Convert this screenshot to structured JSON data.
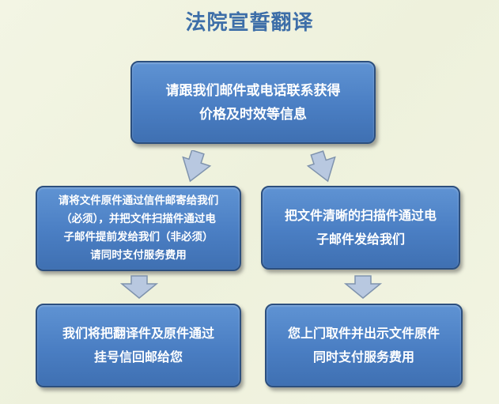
{
  "title": "法院宣誓翻译",
  "steps": {
    "top": {
      "line1": "请跟我们邮件或电话联系获得",
      "line2": "价格及时效等信息"
    },
    "left": {
      "line1": "请将文件原件通过信件邮寄给我们",
      "line2": "（必须），并把文件扫描件通过电",
      "line3": "子邮件提前发给我们（非必须）",
      "line4": "请同时支付服务费用"
    },
    "right": {
      "line1": "把文件清晰的扫描件通过电",
      "line2": "子邮件发给我们"
    },
    "bottom_left": {
      "line1": "我们将把翻译件及原件通过",
      "line2": "挂号信回邮给您"
    },
    "bottom_right": {
      "line1": "您上门取件并出示文件原件",
      "line2": "同时支付服务费用"
    }
  },
  "colors": {
    "box_fill": "#4a7ec3",
    "box_border": "#2c4f7e",
    "arrow_fill": "#b8c8e0",
    "title": "#3d6ea8",
    "background": "#f1f3e0"
  }
}
